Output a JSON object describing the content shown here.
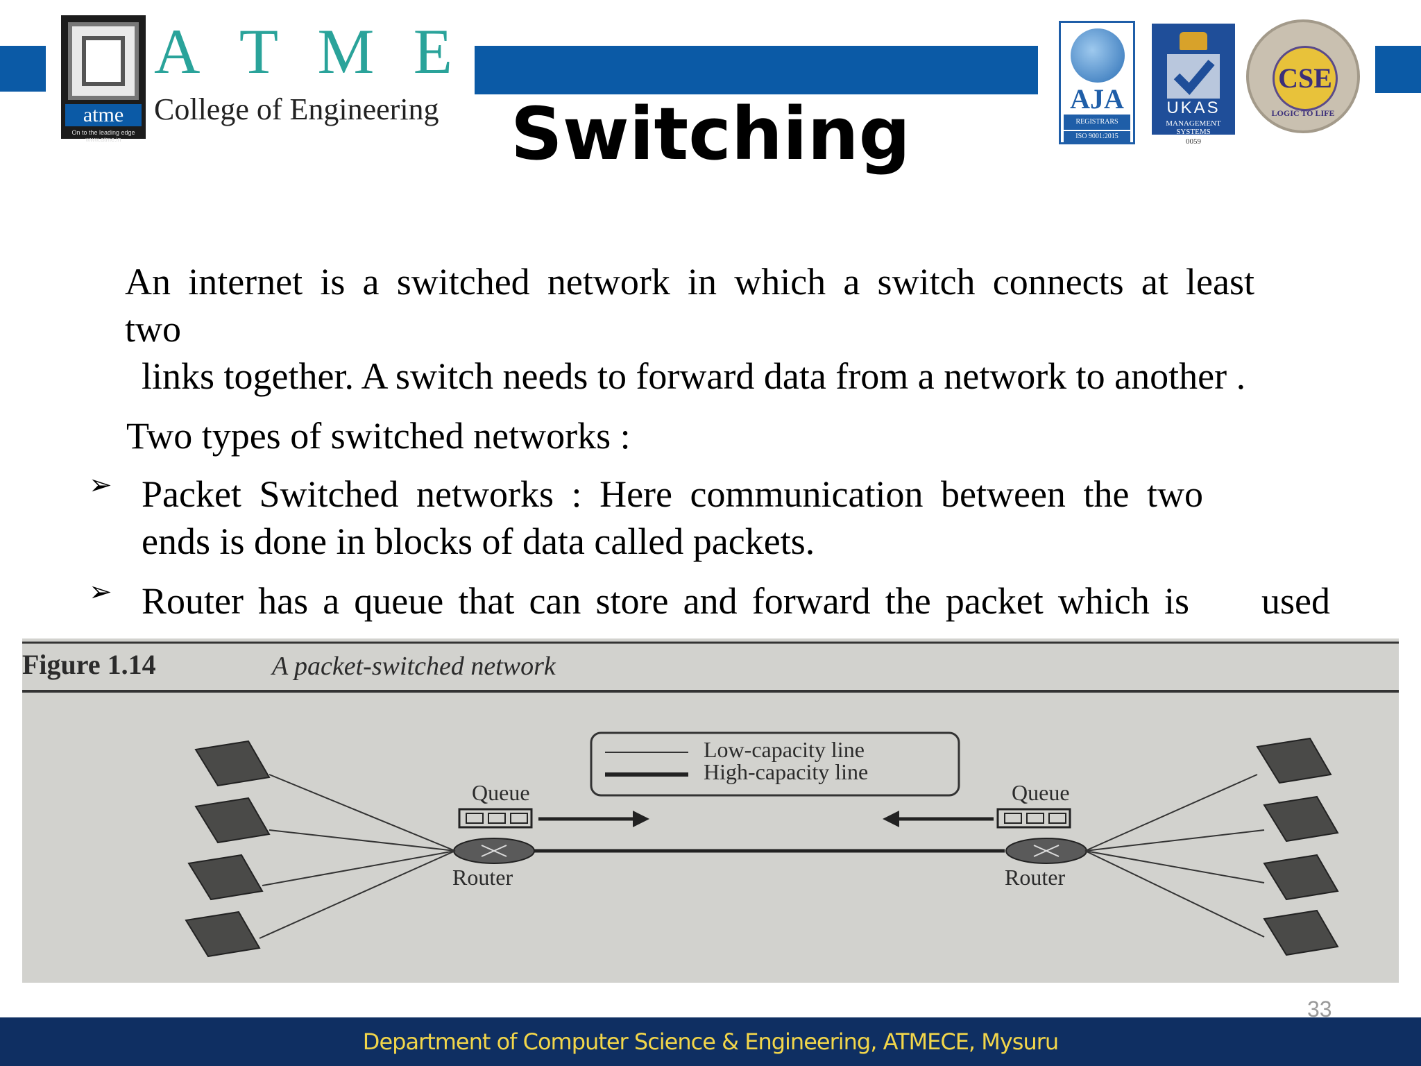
{
  "header": {
    "logo_text": "atme",
    "logo_tagline": "On to the leading edge  www.atme.in",
    "brand_letters": [
      "A",
      "T",
      "M",
      "E"
    ],
    "brand_subtitle": "College of Engineering",
    "badges": {
      "aja": {
        "name": "AJA",
        "sub": "REGISTRARS",
        "iso": "ISO 9001:2015"
      },
      "ukas": {
        "name": "UKAS",
        "sub": "MANAGEMENT SYSTEMS",
        "number": "0059"
      },
      "cse": {
        "name": "CSE",
        "ring": "LOGIC TO LIFE"
      }
    }
  },
  "slide": {
    "title": "Switching",
    "paragraph_line1": "An internet is a switched network in which a switch connects at least",
    "paragraph_line2": "two",
    "paragraph_line3": "links together. A switch needs to forward data from a network to another .",
    "types_heading": "Two types of switched networks :",
    "bullets": [
      {
        "line1": "Packet Switched networks : Here communication between the two",
        "line2": "ends is  done in blocks of data called packets."
      },
      {
        "line1": "Router has a queue that can store and forward the packet which is",
        "line1_end": "used"
      }
    ],
    "page_number": "33"
  },
  "figure": {
    "label": "Figure 1.14",
    "caption": "A packet-switched network",
    "legend": {
      "low": "Low-capacity line",
      "high": "High-capacity line"
    },
    "queue_label": "Queue",
    "router_label": "Router"
  },
  "footer": {
    "text": "Department of Computer Science & Engineering, ATMECE, Mysuru"
  },
  "colors": {
    "header_bar": "#0b5aa6",
    "footer_bg": "#0f2f62",
    "footer_text": "#f2d64a",
    "brand_teal": "#2aa39a"
  }
}
